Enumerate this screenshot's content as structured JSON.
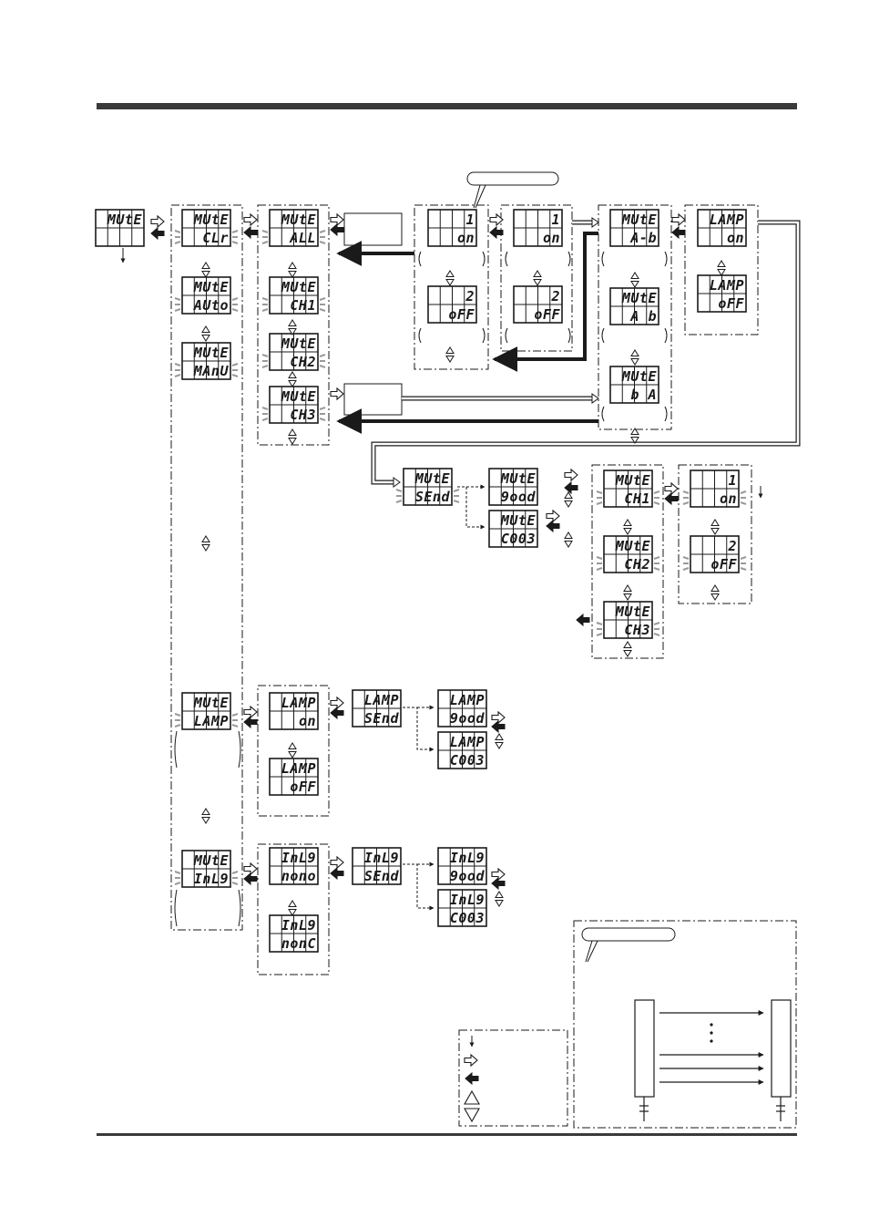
{
  "colors": {
    "ink": "#1a1a1a",
    "glow": "#9a9a9a",
    "rule": "#3a3a3a"
  },
  "displays": {
    "main": {
      "top": "MUtE",
      "bottom": ""
    },
    "clr": {
      "top": "MUtE",
      "bottom": "CLr",
      "blink": true
    },
    "auto": {
      "top": "MUtE",
      "bottom": "AUto",
      "blink": true
    },
    "manu": {
      "top": "MUtE",
      "bottom": "MAnU",
      "blink": true
    },
    "all": {
      "top": "MUtE",
      "bottom": "ALL",
      "blink": true
    },
    "ch1": {
      "top": "MUtE",
      "bottom": "CH1",
      "blink": true
    },
    "ch2": {
      "top": "MUtE",
      "bottom": "CH2",
      "blink": true
    },
    "ch3": {
      "top": "MUtE",
      "bottom": "CH3",
      "blink": true
    },
    "ch_on": {
      "top": "1",
      "bottom": "on"
    },
    "ch_off": {
      "top": "2",
      "bottom": "oFF"
    },
    "ch_on_b": {
      "top": "1",
      "bottom": "on"
    },
    "ch_off_b": {
      "top": "2",
      "bottom": "oFF"
    },
    "ab": {
      "top": "MUtE",
      "bottom": "A-b"
    },
    "a_b": {
      "top": "MUtE",
      "bottom": "A b"
    },
    "b_a": {
      "top": "MUtE",
      "bottom": "b A"
    },
    "lamp_on_r": {
      "top": "LAMP",
      "bottom": "on"
    },
    "lamp_off_r": {
      "top": "LAMP",
      "bottom": "oFF"
    },
    "send": {
      "top": "MUtE",
      "bottom": "SEnd",
      "blink": true
    },
    "good": {
      "top": "MUtE",
      "bottom": "9ood"
    },
    "c003": {
      "top": "MUtE",
      "bottom": "C003"
    },
    "sch1": {
      "top": "MUtE",
      "bottom": "CH1",
      "blink": true
    },
    "sch2": {
      "top": "MUtE",
      "bottom": "CH2",
      "blink": true
    },
    "sch3": {
      "top": "MUtE",
      "bottom": "CH3",
      "blink": true
    },
    "s_on": {
      "top": "1",
      "bottom": "on",
      "blink": true
    },
    "s_off": {
      "top": "2",
      "bottom": "oFF",
      "blink": true
    },
    "lamp_menu": {
      "top": "MUtE",
      "bottom": "LAMP",
      "blink": true
    },
    "lamp_on": {
      "top": "LAMP",
      "bottom": "on"
    },
    "lamp_off": {
      "top": "LAMP",
      "bottom": "oFF"
    },
    "lamp_send": {
      "top": "LAMP",
      "bottom": "SEnd"
    },
    "lamp_good": {
      "top": "LAMP",
      "bottom": "9ood"
    },
    "lamp_c003": {
      "top": "LAMP",
      "bottom": "C003"
    },
    "inlg_menu": {
      "top": "MUtE",
      "bottom": "InL9",
      "blink": true
    },
    "inlg_nono": {
      "top": "InL9",
      "bottom": "nono"
    },
    "inlg_nonc": {
      "top": "InL9",
      "bottom": "nonC"
    },
    "inlg_send": {
      "top": "InL9",
      "bottom": "SEnd"
    },
    "inlg_good": {
      "top": "InL9",
      "bottom": "9ood"
    },
    "inlg_c003": {
      "top": "InL9",
      "bottom": "C003"
    }
  },
  "legend": {
    "icons": [
      "down-arrow-icon",
      "outline-right-arrow-icon",
      "solid-left-arrow-icon",
      "up-triangle-icon",
      "down-triangle-icon"
    ]
  },
  "callouts": {
    "top": "",
    "bottom": ""
  }
}
